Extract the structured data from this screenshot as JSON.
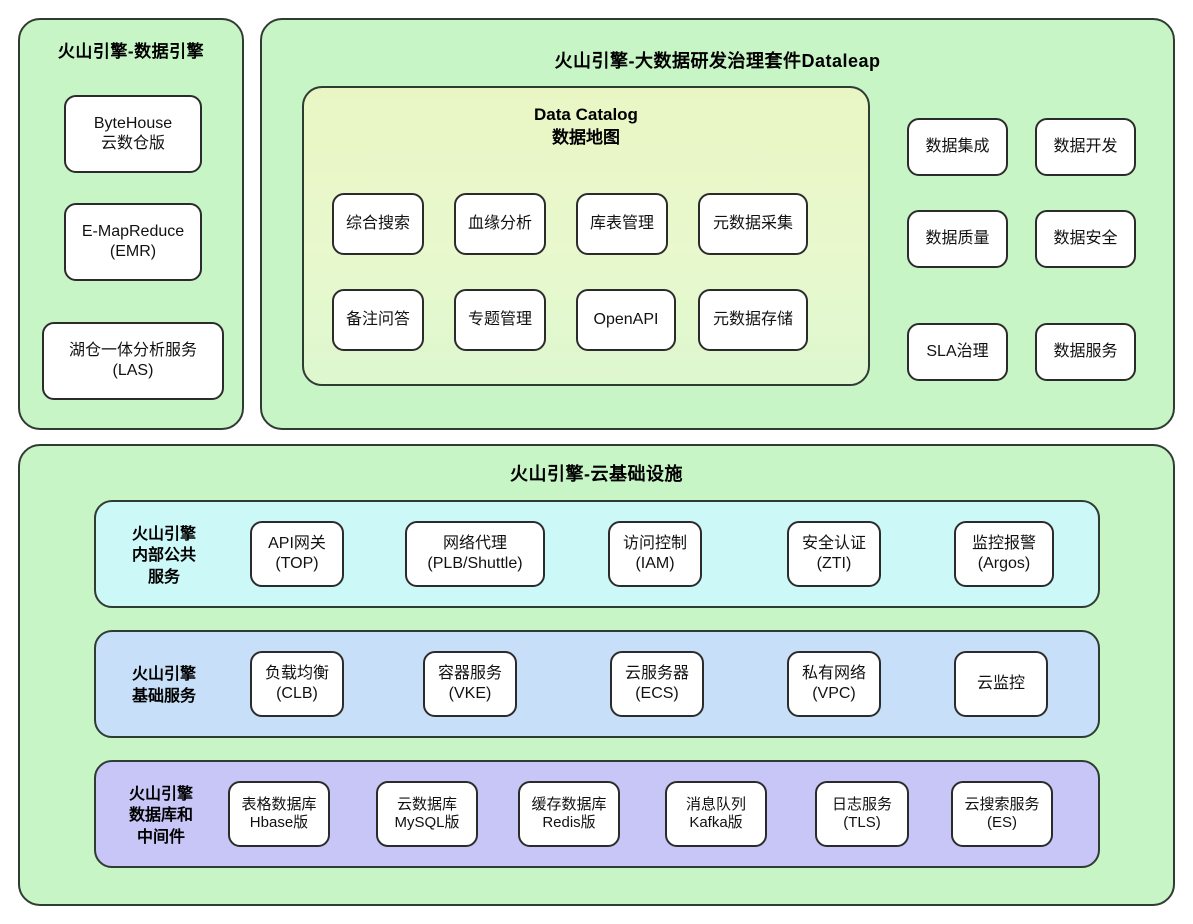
{
  "diagram": {
    "title_data_engine": "火山引擎-数据引擎",
    "title_dataleap": "火山引擎-大数据研发治理套件Dataleap",
    "title_cloud": "火山引擎-云基础设施",
    "catalog_title": "Data Catalog\n数据地图"
  },
  "colors": {
    "container_green": "#c8f5c6",
    "catalog_yellow_green": "#e9f6c4",
    "band_cyan": "#ccf8f8",
    "band_blue": "#c7dff8",
    "band_purple": "#c7c6f6",
    "box_white": "#ffffff",
    "border_dark": "#2f3b33",
    "page_background": "#ffffff"
  },
  "data_engine": {
    "items": [
      {
        "label": "ByteHouse\n云数仓版"
      },
      {
        "label": "E-MapReduce\n(EMR)"
      },
      {
        "label": "湖仓一体分析服务\n(LAS)"
      }
    ]
  },
  "data_catalog": {
    "row1": [
      {
        "label": "综合搜索"
      },
      {
        "label": "血缘分析"
      },
      {
        "label": "库表管理"
      },
      {
        "label": "元数据采集"
      }
    ],
    "row2": [
      {
        "label": "备注问答"
      },
      {
        "label": "专题管理"
      },
      {
        "label": "OpenAPI"
      },
      {
        "label": "元数据存储"
      }
    ]
  },
  "dataleap_modules": [
    {
      "label": "数据集成"
    },
    {
      "label": "数据开发"
    },
    {
      "label": "数据质量"
    },
    {
      "label": "数据安全"
    },
    {
      "label": "SLA治理"
    },
    {
      "label": "数据服务"
    }
  ],
  "cloud": {
    "bands": [
      {
        "name": "internal-public-services",
        "label": "火山引擎\n内部公共\n服务",
        "items": [
          {
            "label": "API网关\n(TOP)"
          },
          {
            "label": "网络代理\n(PLB/Shuttle)"
          },
          {
            "label": "访问控制\n(IAM)"
          },
          {
            "label": "安全认证\n(ZTI)"
          },
          {
            "label": "监控报警\n(Argos)"
          }
        ]
      },
      {
        "name": "basic-services",
        "label": "火山引擎\n基础服务",
        "items": [
          {
            "label": "负载均衡\n(CLB)"
          },
          {
            "label": "容器服务\n(VKE)"
          },
          {
            "label": "云服务器\n(ECS)"
          },
          {
            "label": "私有网络\n(VPC)"
          },
          {
            "label": "云监控"
          }
        ]
      },
      {
        "name": "database-middleware",
        "label": "火山引擎\n数据库和\n中间件",
        "items": [
          {
            "label": "表格数据库\nHbase版"
          },
          {
            "label": "云数据库\nMySQL版"
          },
          {
            "label": "缓存数据库\nRedis版"
          },
          {
            "label": "消息队列\nKafka版"
          },
          {
            "label": "日志服务\n(TLS)"
          },
          {
            "label": "云搜索服务\n(ES)"
          }
        ]
      }
    ]
  }
}
